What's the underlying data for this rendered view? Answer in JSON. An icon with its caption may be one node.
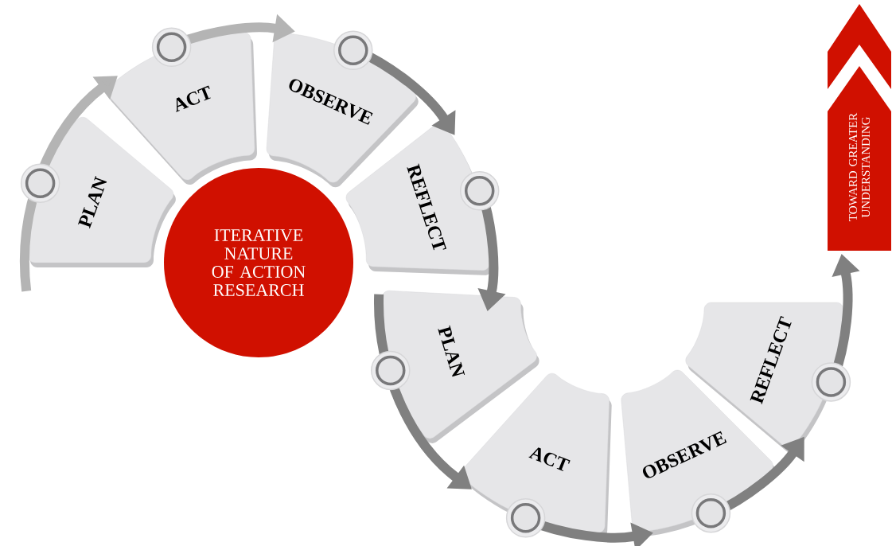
{
  "diagram": {
    "nodes": [
      {
        "text": [
          "PLAN"
        ]
      },
      {
        "text": [
          "ACT"
        ]
      },
      {
        "text": [
          "OBSERVE"
        ]
      },
      {
        "text": [
          "REFLECT"
        ]
      },
      {
        "text": [
          "ITERATIVE NATURE OF ACTION RESEARCH"
        ]
      },
      {
        "text": [
          "PLAN"
        ]
      },
      {
        "text": [
          "ACT"
        ]
      },
      {
        "text": [
          "OBSERVE"
        ]
      },
      {
        "text": [
          "REFLECT"
        ]
      },
      {
        "text": [
          "TOWARD GREATER UNDERSTANDING"
        ]
      }
    ],
    "edges": [
      {
        "from": 0,
        "to": 1,
        "arrow": "to",
        "color": "#b4b4b4"
      },
      {
        "from": 1,
        "to": 2,
        "arrow": "to",
        "color": "#b4b4b4"
      },
      {
        "from": 2,
        "to": 3,
        "arrow": "to"
      },
      {
        "from": 3,
        "to": 5,
        "arrow": "to"
      },
      {
        "from": 5,
        "to": 6,
        "arrow": "to"
      },
      {
        "from": 6,
        "to": 7,
        "arrow": "to"
      },
      {
        "from": 7,
        "to": 8,
        "arrow": "to"
      },
      {
        "from": 8,
        "to": 9,
        "arrow": "to"
      }
    ]
  }
}
